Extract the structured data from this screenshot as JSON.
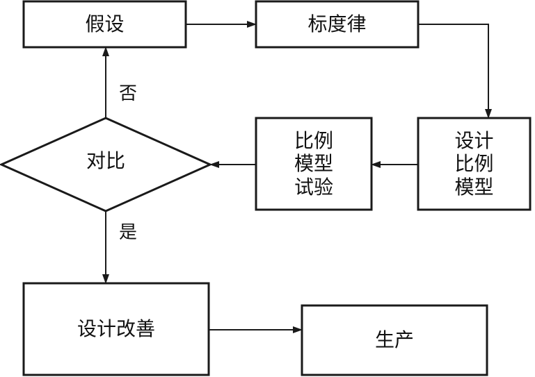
{
  "colors": {
    "stroke": "#1a1a1a",
    "text": "#111111",
    "background": "#ffffff"
  },
  "nodes": {
    "hypothesis": "假设",
    "scaling_law": "标度律",
    "design_model": [
      "设计",
      "比例",
      "模型"
    ],
    "model_test": [
      "比例",
      "模型",
      "试验"
    ],
    "compare": "对比",
    "design_improve": "设计改善",
    "production": "生产"
  },
  "edges": {
    "no_label": "否",
    "yes_label": "是"
  }
}
